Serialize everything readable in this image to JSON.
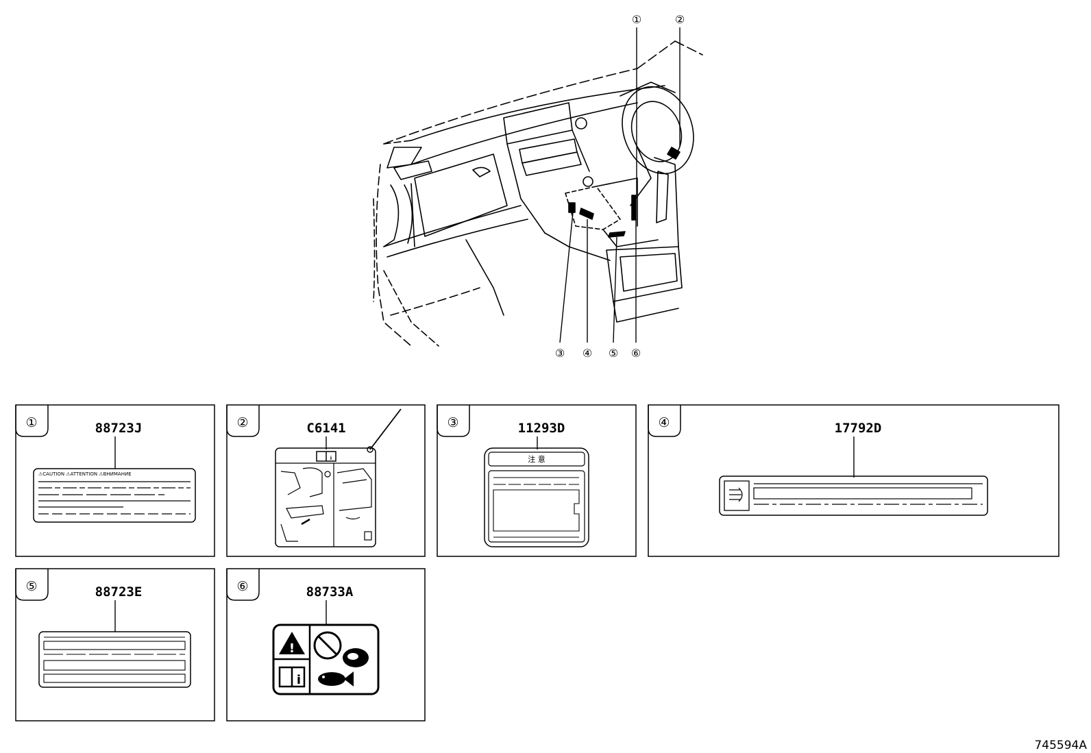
{
  "diagram": {
    "callouts": [
      "①",
      "②",
      "③",
      "④",
      "⑤",
      "⑥"
    ],
    "drawing_id": "745594A"
  },
  "panels": [
    {
      "number": "①",
      "code": "88723J",
      "label_text": "⚠CAUTION ⚠ATTENTION ⚠ВНИМАНИЕ"
    },
    {
      "number": "②",
      "code": "C6141"
    },
    {
      "number": "③",
      "code": "11293D",
      "label_text": "注 意"
    },
    {
      "number": "④",
      "code": "17792D"
    },
    {
      "number": "⑤",
      "code": "88723E"
    },
    {
      "number": "⑥",
      "code": "88733A"
    }
  ]
}
